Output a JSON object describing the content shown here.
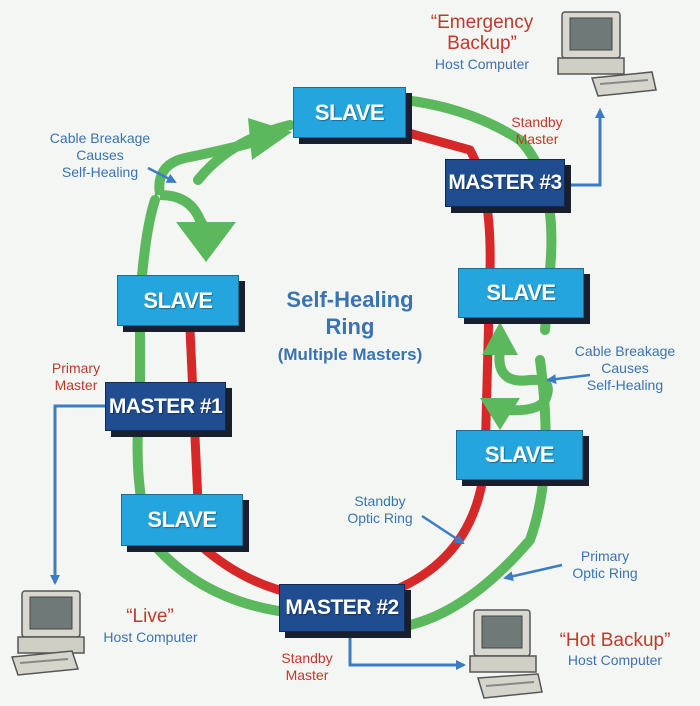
{
  "title": {
    "line1": "Self-Healing",
    "line2": "Ring",
    "line3": "(Multiple Masters)"
  },
  "nodes": {
    "slave_top": "SLAVE",
    "master3": "MASTER #3",
    "slave_right_upper": "SLAVE",
    "slave_right_lower": "SLAVE",
    "master2": "MASTER #2",
    "slave_left_lower": "SLAVE",
    "master1": "MASTER #1",
    "slave_left_upper": "SLAVE"
  },
  "labels": {
    "emergency_backup": [
      "“Emergency",
      "Backup”"
    ],
    "emergency_host": "Host Computer",
    "standby_master_top": [
      "Standby",
      "Master"
    ],
    "cable_breakage_left": [
      "Cable Breakage",
      "Causes",
      "Self-Healing"
    ],
    "cable_breakage_right": [
      "Cable Breakage",
      "Causes",
      "Self-Healing"
    ],
    "primary_master": [
      "Primary",
      "Master"
    ],
    "standby_optic_ring": [
      "Standby",
      "Optic Ring"
    ],
    "primary_optic_ring": [
      "Primary",
      "Optic Ring"
    ],
    "live": "“Live”",
    "live_host": "Host Computer",
    "standby_master_bottom": [
      "Standby",
      "Master"
    ],
    "hot_backup": "“Hot Backup”",
    "hot_backup_host": "Host Computer"
  },
  "colors": {
    "primary_ring": "#5cb85c",
    "standby_ring": "#d62828",
    "slave": "#25a5dd",
    "master": "#1f4d8f",
    "link": "#3b7cc4",
    "label_blue": "#3b73b0",
    "label_red": "#c0392b"
  },
  "icons": [
    "computer-icon",
    "computer-icon",
    "computer-icon"
  ]
}
